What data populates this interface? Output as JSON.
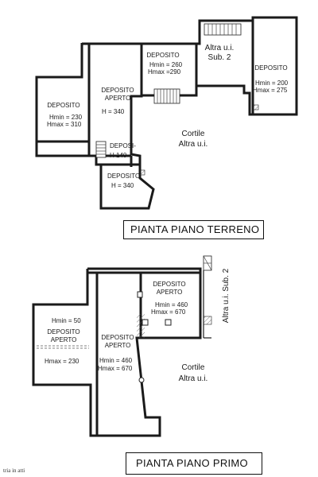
{
  "plan_terreno": {
    "title": "PIANTA PIANO TERRENO",
    "rooms": [
      {
        "name": "DEPOSITO",
        "hmin": "Hmin = 230",
        "hmax": "Hmax = 310"
      },
      {
        "name_line1": "DEPOSITO",
        "name_line2": "APERTO",
        "h": "H = 340"
      },
      {
        "name": "DEPOSITO",
        "hmin": "Hmin = 260",
        "hmax": "Hmax =290"
      },
      {
        "name": "DEPOSITO",
        "hmin": "Hmin = 200",
        "hmax": "Hmax = 275"
      },
      {
        "name": "DEPOSI-",
        "h": "H 140"
      },
      {
        "name": "DEPOSITO",
        "h": "H = 340"
      }
    ],
    "altra_sub_line1": "Altra u.i.",
    "altra_sub_line2": "Sub. 2",
    "cortile": "Cortile",
    "cortile_sub": "Altra u.i."
  },
  "plan_primo": {
    "title": "PIANTA PIANO PRIMO",
    "rooms": [
      {
        "name_line1": "DEPOSITO",
        "name_line2": "APERTO",
        "hmin": "Hmin = 460",
        "hmax": "Hmax = 670"
      },
      {
        "hmin": "Hmin = 50",
        "name_line1": "DEPOSITO",
        "name_line2": "APERTO",
        "hmax": "Hmax = 230"
      },
      {
        "name_line1": "DEPOSITO",
        "name_line2": "APERTO",
        "hmin": "Hmin = 460",
        "hmax": "Hmax = 670"
      }
    ],
    "altra_sub_vertical": "Altra u.i. Sub. 2",
    "cortile": "Cortile",
    "cortile_sub": "Altra u.i."
  },
  "footer_note": "tria in atti"
}
